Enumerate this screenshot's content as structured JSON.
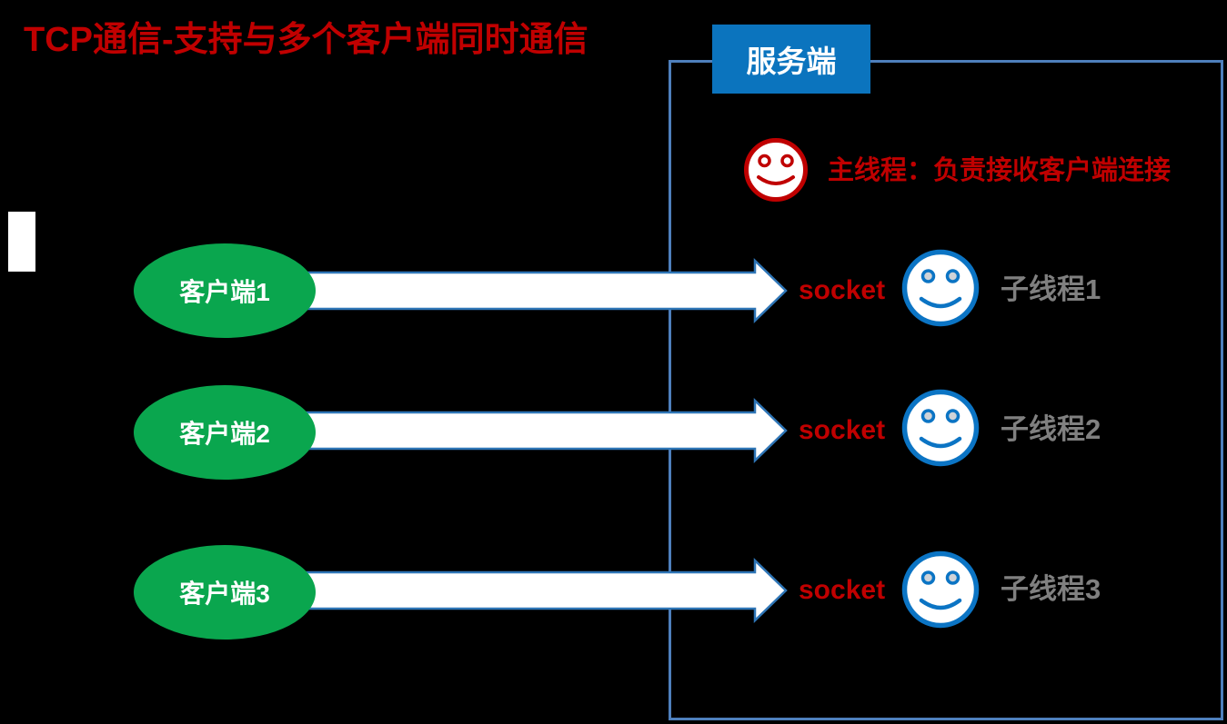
{
  "title": "TCP通信-支持与多个客户端同时通信",
  "server": {
    "label": "服务端",
    "main_thread": {
      "icon": "smiley-face-red-icon",
      "label": "主线程：负责接收客户端连接"
    }
  },
  "rows": [
    {
      "client_label": "客户端1",
      "socket_label": "socket",
      "thread_icon": "smiley-face-blue-icon",
      "thread_label": "子线程1"
    },
    {
      "client_label": "客户端2",
      "socket_label": "socket",
      "thread_icon": "smiley-face-blue-icon",
      "thread_label": "子线程2"
    },
    {
      "client_label": "客户端3",
      "socket_label": "socket",
      "thread_icon": "smiley-face-blue-icon",
      "thread_label": "子线程3"
    }
  ],
  "colors": {
    "title_red": "#C00000",
    "socket_red": "#C00000",
    "client_green": "#0AA64E",
    "header_blue": "#0B74BE",
    "box_border_blue": "#4E7FBC",
    "arrow_stroke_blue": "#2E75B6",
    "smiley_blue": "#0B74C4",
    "smiley_red": "#C00000",
    "thread_gray": "#808080",
    "background": "#000000"
  }
}
